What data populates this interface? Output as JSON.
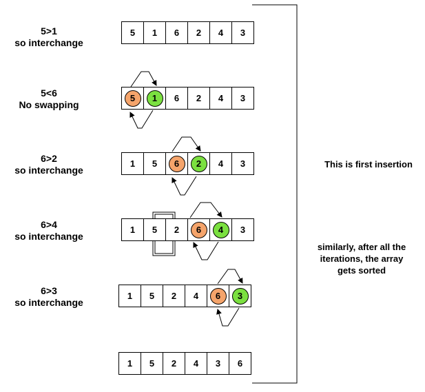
{
  "steps": [
    {
      "line1": "5>1",
      "line2": "so interchange",
      "values": [
        "5",
        "1",
        "6",
        "2",
        "4",
        "3"
      ],
      "orange": null,
      "green": null
    },
    {
      "line1": "5<6",
      "line2": "No swapping",
      "values": [
        "5",
        "1",
        "6",
        "2",
        "4",
        "3"
      ],
      "orange": 0,
      "green": 1
    },
    {
      "line1": "6>2",
      "line2": "so interchange",
      "values": [
        "1",
        "5",
        "6",
        "2",
        "4",
        "3"
      ],
      "orange": 2,
      "green": 3
    },
    {
      "line1": "6>4",
      "line2": "so interchange",
      "values": [
        "1",
        "5",
        "2",
        "6",
        "4",
        "3"
      ],
      "orange": 3,
      "green": 4
    },
    {
      "line1": "6>3",
      "line2": "so interchange",
      "values": [
        "1",
        "5",
        "2",
        "4",
        "6",
        "3"
      ],
      "orange": 4,
      "green": 5
    }
  ],
  "final": {
    "values": [
      "1",
      "5",
      "2",
      "4",
      "3",
      "6"
    ]
  },
  "notes": {
    "first_insertion": "This is first insertion",
    "similarly": [
      "similarly, after all the",
      "iterations, the array",
      "gets sorted"
    ]
  },
  "colors": {
    "orange": "#F5A46B",
    "green": "#7BE040",
    "border": "#000000"
  }
}
